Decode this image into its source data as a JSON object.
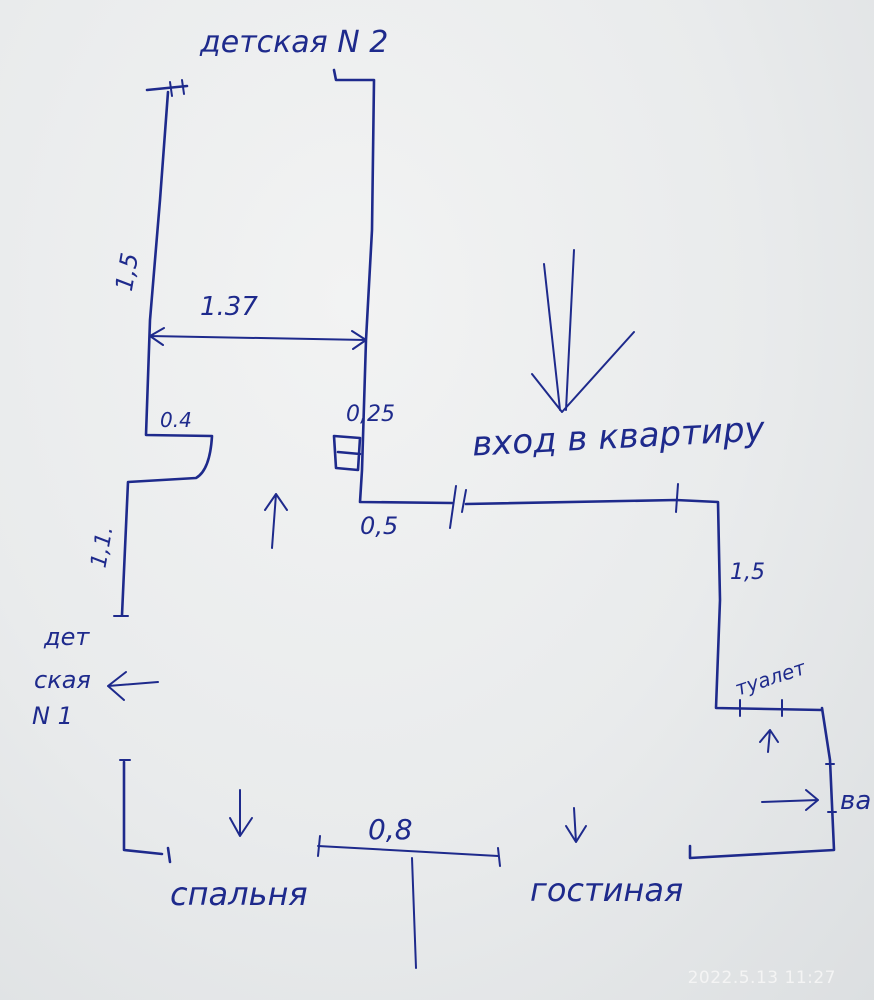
{
  "labels": {
    "room_children_2": "детская N 2",
    "entrance": "вход в квартиру",
    "room_children_1_line1": "дет",
    "room_children_1_line2": "ская",
    "room_children_1_line3": "N 1",
    "bedroom": "спальня",
    "living_room": "гостиная",
    "toilet": "туалет",
    "bath": "ва"
  },
  "dimensions": {
    "d_1_5_left": "1,5",
    "d_1_37": "1.37",
    "d_0_4": "0.4",
    "d_0_25": "0,25",
    "d_0_5": "0,5",
    "d_1_1": "1,1.",
    "d_1_5_right": "1,5",
    "d_0_8": "0,8"
  },
  "timestamp": "2022.5.13 11:27",
  "colors": {
    "ink": "#1e2a8c",
    "paper": "#eceeef"
  }
}
